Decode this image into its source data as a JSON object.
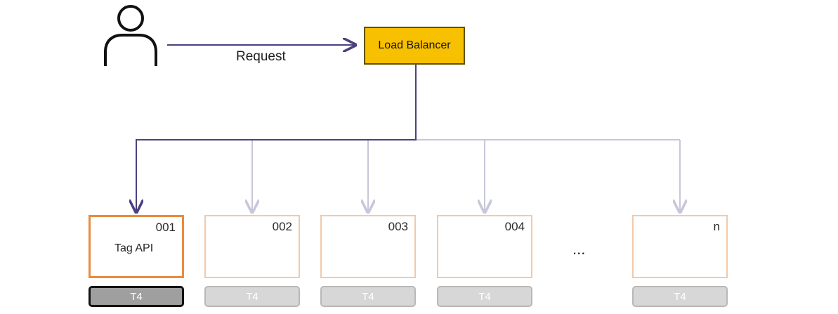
{
  "request": {
    "label": "Request"
  },
  "load_balancer": {
    "label": "Load Balancer"
  },
  "servers": [
    {
      "id": "001",
      "label": "Tag API",
      "gpu": "T4",
      "active": true
    },
    {
      "id": "002",
      "label": "",
      "gpu": "T4",
      "active": false
    },
    {
      "id": "003",
      "label": "",
      "gpu": "T4",
      "active": false
    },
    {
      "id": "004",
      "label": "",
      "gpu": "T4",
      "active": false
    },
    {
      "id": "n",
      "label": "",
      "gpu": "T4",
      "active": false
    }
  ],
  "ellipsis": "...",
  "colors": {
    "active_path": "#4a4180",
    "inactive_path": "#c7c7d9",
    "load_balancer_fill": "#f7c000",
    "active_server_border": "#e98b3f",
    "inactive_server_border": "#f3c9a8"
  },
  "icons": {
    "user": "user-icon",
    "arrow": "arrow-icon"
  }
}
